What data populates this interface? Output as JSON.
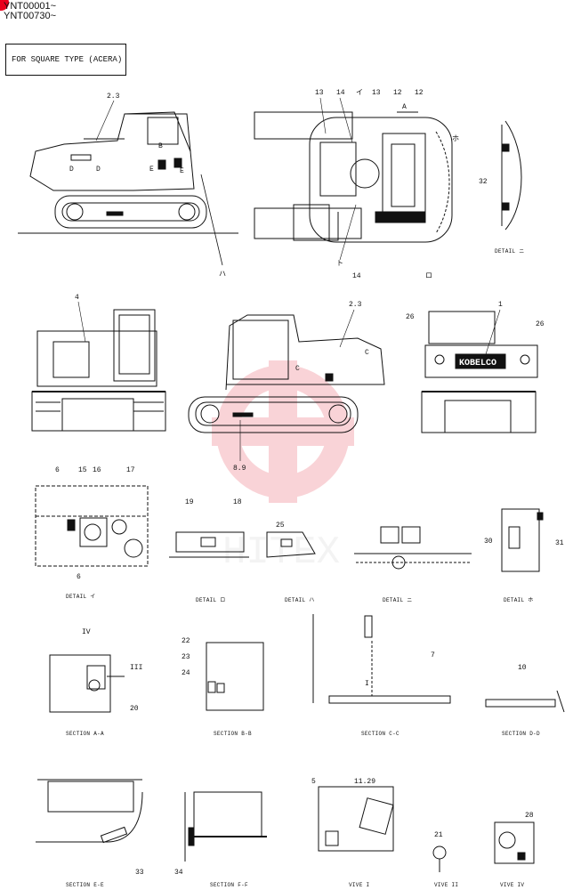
{
  "header": {
    "serials": [
      "YNT00001~",
      "YNT00730~"
    ],
    "type_note": "FOR SQUARE TYPE (ACERA)"
  },
  "labels": {
    "top_right_view": [
      "13",
      "14",
      "イ",
      "13",
      "12",
      "12",
      "A",
      "ホ",
      "ト",
      "14",
      "ロ"
    ],
    "side_left_view": [
      "2.3",
      "D",
      "D",
      "E",
      "E",
      "B",
      "ハ"
    ],
    "rear_view": [
      "1",
      "26",
      "26"
    ],
    "right_side_view": [
      "2.3",
      "C",
      "C",
      "8.9"
    ],
    "left_front_view": [
      "4"
    ],
    "detail_i": [
      "6",
      "15",
      "16",
      "17",
      "6"
    ],
    "detail_ro": [
      "19",
      "18"
    ],
    "detail_ha": [
      "25"
    ],
    "detail_ho": [
      "30",
      "31"
    ],
    "detail_ni": [
      "32"
    ],
    "section_aa": [
      "IV",
      "III",
      "20"
    ],
    "section_bb": [
      "22",
      "23",
      "24"
    ],
    "section_cc": [
      "7",
      "I"
    ],
    "section_dd": [
      "10"
    ],
    "section_ee": [
      "33"
    ],
    "section_ff": [
      "34"
    ],
    "view_i": [
      "5",
      "11.29"
    ],
    "view_ii": [
      "21"
    ],
    "view_iv": [
      "28"
    ]
  },
  "brand": "KOBELCO",
  "captions": {
    "detail_ni": "DETAIL ニ",
    "detail_i": "DETAIL イ",
    "detail_ro": "DETAIL ロ",
    "detail_ha": "DETAIL ハ",
    "detail_ho_c": "DETAIL ニ",
    "detail_ho": "DETAIL ホ",
    "section_aa": "SECTION A-A",
    "section_bb": "SECTION B-B",
    "section_cc": "SECTION C-C",
    "section_dd": "SECTION D-D",
    "section_ee": "SECTION E-E",
    "section_ff": "SECTION F-F",
    "view_i": "VIVE I",
    "view_ii": "VIVE II",
    "view_iv": "VIVE IV"
  },
  "watermark": "HITEX",
  "colors": {
    "ink": "#111111",
    "badge": "#e8001c",
    "watermark": "#f2a0a8"
  }
}
